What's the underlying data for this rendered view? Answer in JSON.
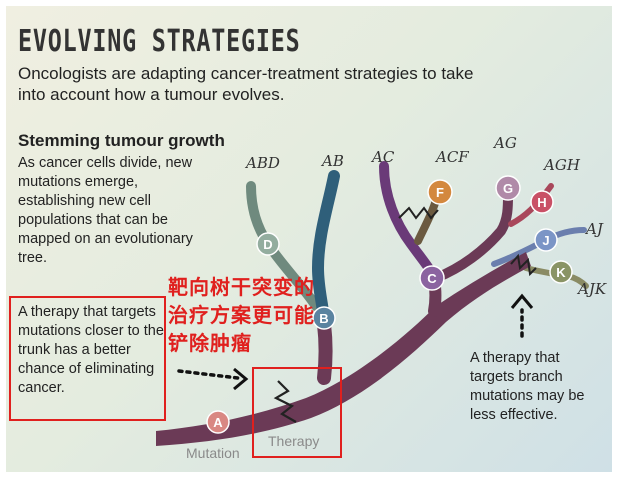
{
  "header": {
    "title": "EVOLVING STRATEGIES",
    "subtitle": "Oncologists are adapting cancer-treatment strategies to take into account how a tumour evolves."
  },
  "section": {
    "heading": "Stemming tumour growth",
    "body": "As cancer cells divide, new mutations emerge, establishing new cell populations that can be mapped on an evolutionary tree."
  },
  "notes": {
    "trunk": "A therapy that targets mutations closer to the trunk has a better chance of eliminating cancer.",
    "branch": "A therapy that targets branch mutations may be less effective.",
    "chinese": "靶向树干突变的治疗方案更可能铲除肿瘤"
  },
  "tree": {
    "nodes": [
      "A",
      "B",
      "C",
      "D",
      "F",
      "G",
      "H",
      "J",
      "K"
    ],
    "leaves": [
      "ABD",
      "AB",
      "AC",
      "ACF",
      "AG",
      "AGH",
      "AJ",
      "AJK"
    ],
    "mutation_label": "Mutation",
    "therapy_label": "Therapy"
  },
  "colors": {
    "trunk": "#6b3a56",
    "blue_branch": "#2f5f7a",
    "green_branch": "#6f8a7e",
    "purple_branch": "#6a3a78",
    "accent_red": "#e0201e"
  }
}
